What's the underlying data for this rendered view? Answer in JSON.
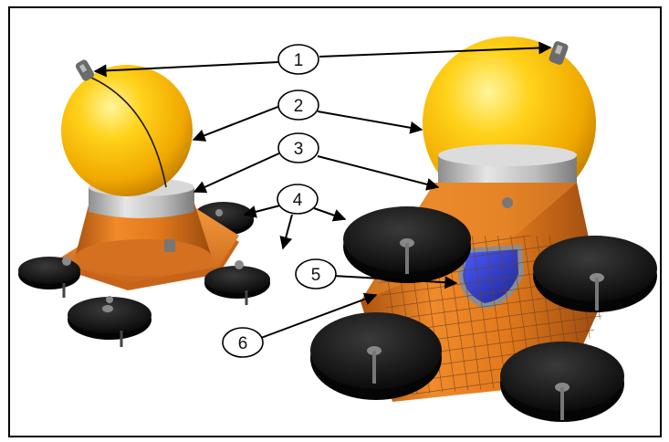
{
  "figure": {
    "colors": {
      "sphere": "#f3b400",
      "sphere_highlight": "#fff07a",
      "body_orange": "#e07a1f",
      "body_shadow": "#9c4c10",
      "band_silver": "#c9c9c9",
      "foot_black": "#111111",
      "mesh": "#7a4a2a",
      "panel_blue": "#2e3fcf",
      "arrow": "#000000",
      "border": "#000000"
    },
    "callouts": [
      {
        "label": "1"
      },
      {
        "label": "2"
      },
      {
        "label": "3"
      },
      {
        "label": "4"
      },
      {
        "label": "5"
      },
      {
        "label": "6"
      }
    ]
  }
}
